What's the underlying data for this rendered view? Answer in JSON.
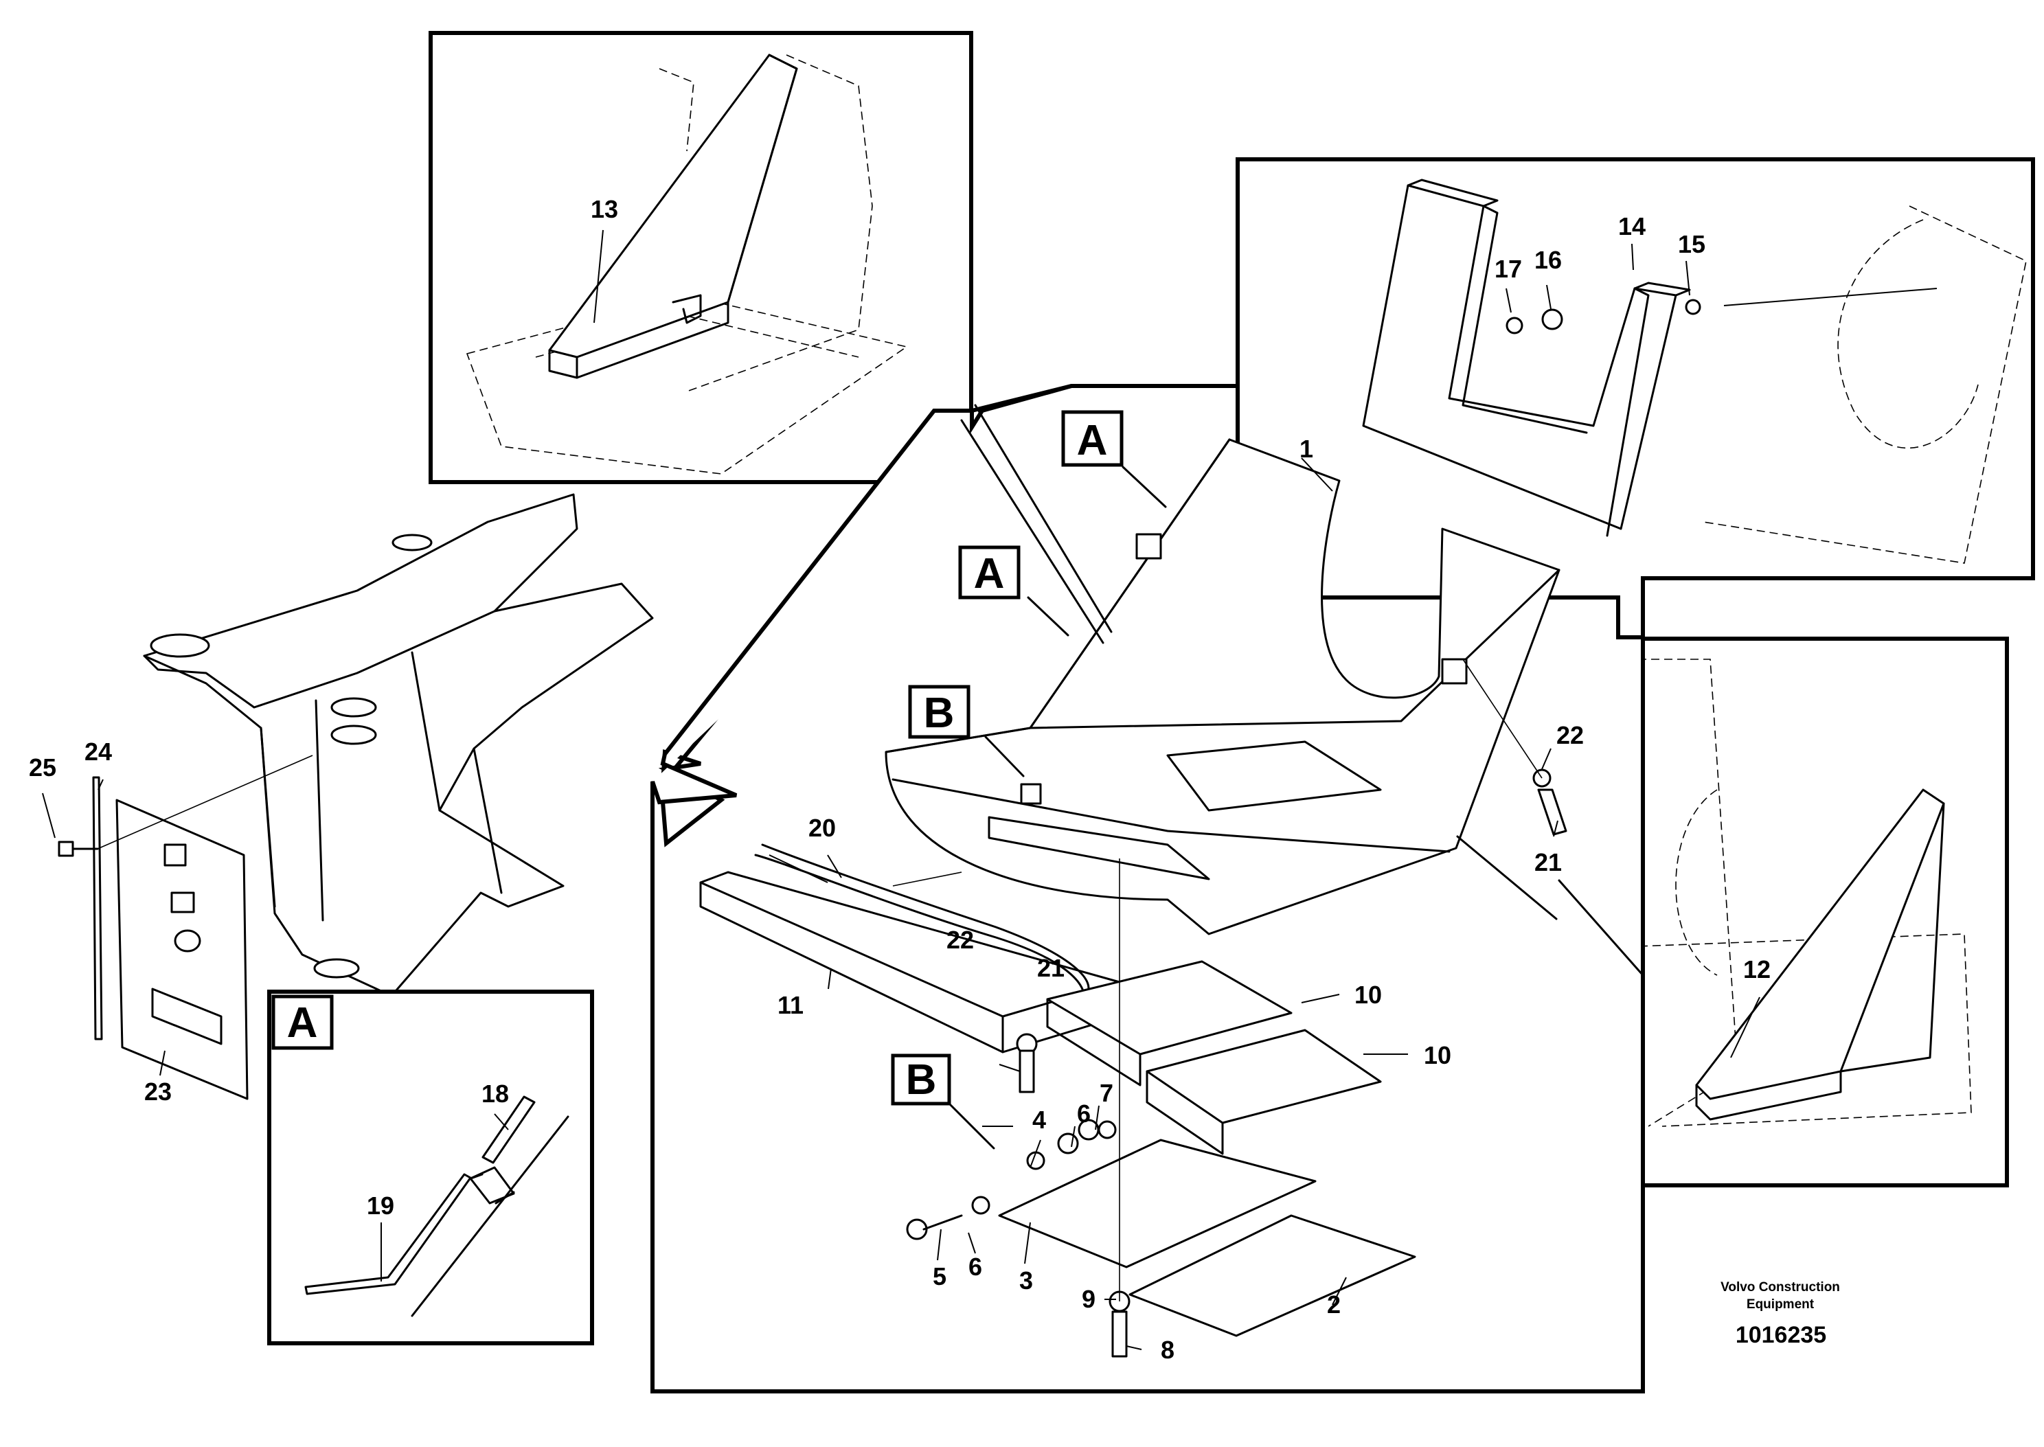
{
  "diagram": {
    "callouts": [
      "1",
      "2",
      "3",
      "4",
      "5",
      "6",
      "6",
      "7",
      "8",
      "9",
      "10",
      "10",
      "11",
      "12",
      "13",
      "14",
      "15",
      "16",
      "17",
      "18",
      "19",
      "20",
      "21",
      "21",
      "22",
      "22",
      "23",
      "24",
      "25"
    ],
    "section_markers": {
      "a": "A",
      "b": "B"
    },
    "footer": {
      "publisher_line1": "Volvo Construction",
      "publisher_line2": "Equipment",
      "drawing_number": "1016235"
    }
  }
}
